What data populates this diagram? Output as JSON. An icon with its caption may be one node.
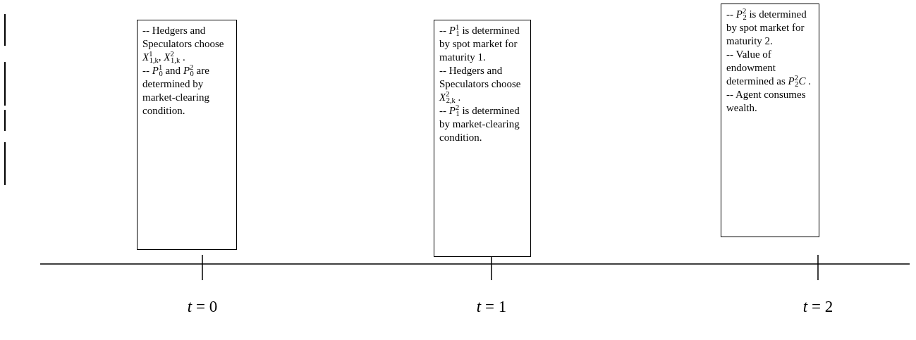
{
  "diagram": {
    "nodes": [
      {
        "text": [
          "-- Hedgers and Speculators choose *X*$^{1}$$_{1,k}$, *X*$^{2}$$_{1,k}$ .",
          "-- *P*$^{1}$$_{0}$ and *P*$^{2}$$_{0}$ are determined by market-clearing condition."
        ]
      },
      {
        "text": [
          "-- *P*$^{1}$$_{1}$ is determined by spot market for maturity 1.",
          "-- Hedgers and Speculators choose *X*$^{2}$$_{2,k}$ .",
          "-- *P*$^{2}$$_{1}$ is determined by market-clearing condition."
        ]
      },
      {
        "text": [
          "-- *P*$^{2}$$_{2}$  is determined by spot market for maturity 2.",
          "-- Value of endowment determined as *P*$^{2}$$_{2}$*C* .",
          "-- Agent consumes wealth."
        ]
      }
    ],
    "labels": [
      "*t* = 0",
      "*t* = 1",
      "*t* = 2"
    ]
  }
}
